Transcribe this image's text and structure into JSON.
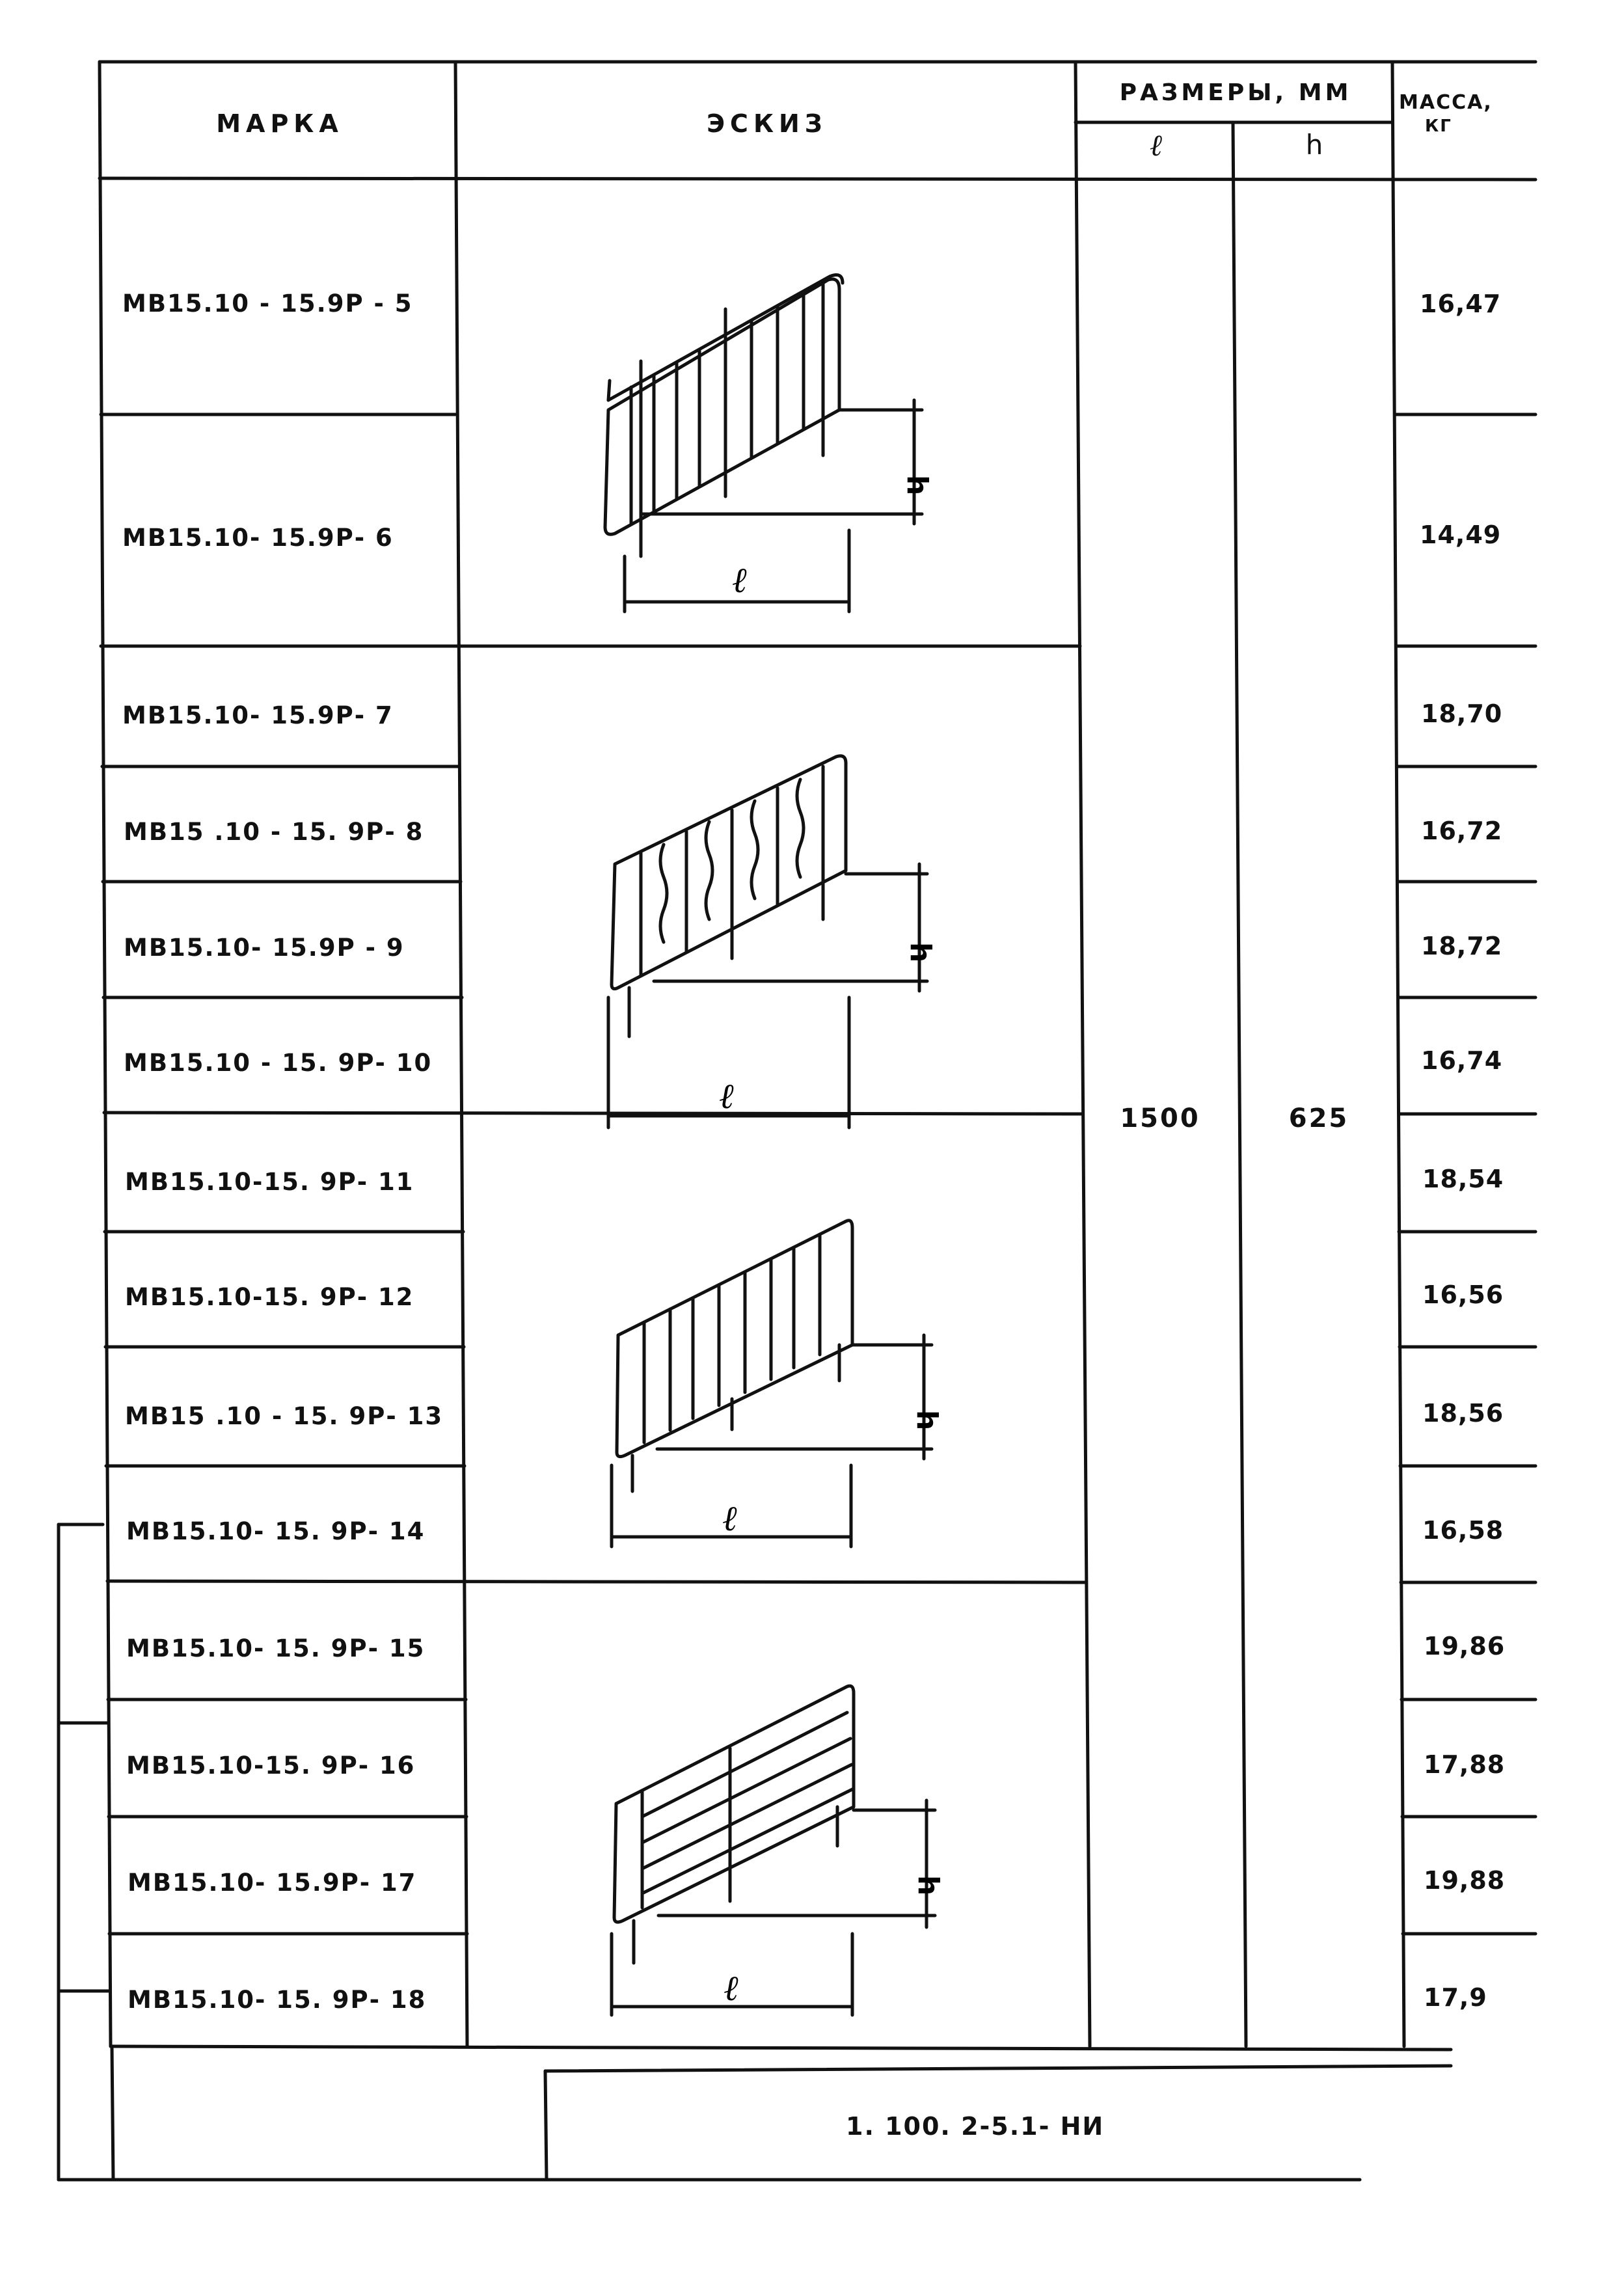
{
  "header": {
    "col_mark": "МАРКА",
    "col_sketch": "ЭСКИЗ",
    "col_dims": "РАЗМЕРЫ, ММ",
    "col_l": "ℓ",
    "col_h": "h",
    "col_mass_line1": "МАССА,",
    "col_mass_line2": "КГ"
  },
  "dims": {
    "l": "1500",
    "h": "625"
  },
  "rows": [
    {
      "mark": "МВ15.10 - 15.9Р - 5",
      "mass": "16,47"
    },
    {
      "mark": "МВ15.10- 15.9Р- 6",
      "mass": "14,49"
    },
    {
      "mark": "МВ15.10- 15.9Р- 7",
      "mass": "18,70"
    },
    {
      "mark": "МВ15 .10 - 15. 9Р- 8",
      "mass": "16,72"
    },
    {
      "mark": "МВ15.10- 15.9Р - 9",
      "mass": "18,72"
    },
    {
      "mark": "МВ15.10 - 15. 9Р- 10",
      "mass": "16,74"
    },
    {
      "mark": "МВ15.10-15. 9Р- 11",
      "mass": "18,54"
    },
    {
      "mark": "МВ15.10-15. 9Р- 12",
      "mass": "16,56"
    },
    {
      "mark": "МВ15 .10 - 15. 9Р- 13",
      "mass": "18,56"
    },
    {
      "mark": "МВ15.10- 15. 9Р- 14",
      "mass": "16,58"
    },
    {
      "mark": "МВ15.10- 15. 9Р- 15",
      "mass": "19,86"
    },
    {
      "mark": "МВ15.10-15. 9Р- 16",
      "mass": "17,88"
    },
    {
      "mark": "МВ15.10- 15.9Р- 17",
      "mass": "19,88"
    },
    {
      "mark": "МВ15.10- 15. 9Р- 18",
      "mass": "17,9"
    }
  ],
  "sketch_labels": {
    "h": "h",
    "l": "ℓ"
  },
  "footer": {
    "code": "1. 100. 2-5.1- НИ"
  }
}
